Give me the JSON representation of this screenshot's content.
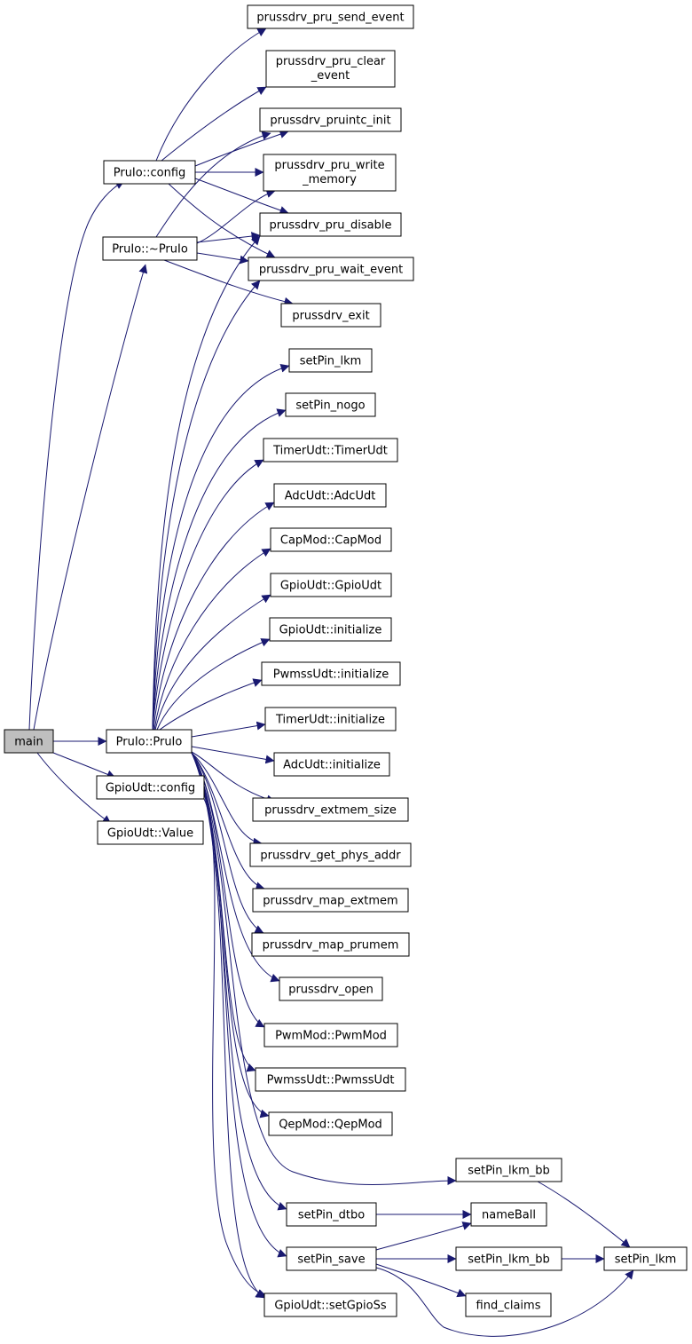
{
  "colors": {
    "edge": "#191970",
    "node_border": "#000000",
    "node_fill": "#ffffff",
    "root_fill": "#bfbfbf"
  },
  "nodes": {
    "main": {
      "label": "main"
    },
    "pruio_config": {
      "label": "PruIo::config"
    },
    "pruio_dtor": {
      "label": "PruIo::~PruIo"
    },
    "pruio_ctor": {
      "label": "PruIo::PruIo"
    },
    "gpioudt_config": {
      "label": "GpioUdt::config"
    },
    "gpioudt_value": {
      "label": "GpioUdt::Value"
    },
    "pru_send_event": {
      "label": "prussdrv_pru_send_event"
    },
    "pru_clear_event": {
      "label": [
        "prussdrv_pru_clear",
        "_event"
      ]
    },
    "pruintc_init": {
      "label": "prussdrv_pruintc_init"
    },
    "pru_write_memory": {
      "label": [
        "prussdrv_pru_write",
        "_memory"
      ]
    },
    "pru_disable": {
      "label": "prussdrv_pru_disable"
    },
    "pru_wait_event": {
      "label": "prussdrv_pru_wait_event"
    },
    "prussdrv_exit": {
      "label": "prussdrv_exit"
    },
    "setpin_lkm_a": {
      "label": "setPin_lkm"
    },
    "setpin_nogo": {
      "label": "setPin_nogo"
    },
    "timerudt_ctor": {
      "label": "TimerUdt::TimerUdt"
    },
    "adcudt_ctor": {
      "label": "AdcUdt::AdcUdt"
    },
    "capmod_ctor": {
      "label": "CapMod::CapMod"
    },
    "gpioudt_ctor": {
      "label": "GpioUdt::GpioUdt"
    },
    "gpioudt_init": {
      "label": "GpioUdt::initialize"
    },
    "pwmssudt_init": {
      "label": "PwmssUdt::initialize"
    },
    "timerudt_init": {
      "label": "TimerUdt::initialize"
    },
    "adcudt_init": {
      "label": "AdcUdt::initialize"
    },
    "extmem_size": {
      "label": "prussdrv_extmem_size"
    },
    "get_phys_addr": {
      "label": "prussdrv_get_phys_addr"
    },
    "map_extmem": {
      "label": "prussdrv_map_extmem"
    },
    "map_prumem": {
      "label": "prussdrv_map_prumem"
    },
    "prussdrv_open": {
      "label": "prussdrv_open"
    },
    "pwmmod_ctor": {
      "label": "PwmMod::PwmMod"
    },
    "pwmssudt_ctor": {
      "label": "PwmssUdt::PwmssUdt"
    },
    "qepmod_ctor": {
      "label": "QepMod::QepMod"
    },
    "setpin_lkm_bb_a": {
      "label": "setPin_lkm_bb"
    },
    "setpin_dtbo": {
      "label": "setPin_dtbo"
    },
    "setpin_save": {
      "label": "setPin_save"
    },
    "gpio_setgpioss": {
      "label": "GpioUdt::setGpioSs"
    },
    "nameball": {
      "label": "nameBall"
    },
    "setpin_lkm_bb_b": {
      "label": "setPin_lkm_bb"
    },
    "find_claims": {
      "label": "find_claims"
    },
    "setpin_lkm_b": {
      "label": "setPin_lkm"
    }
  }
}
